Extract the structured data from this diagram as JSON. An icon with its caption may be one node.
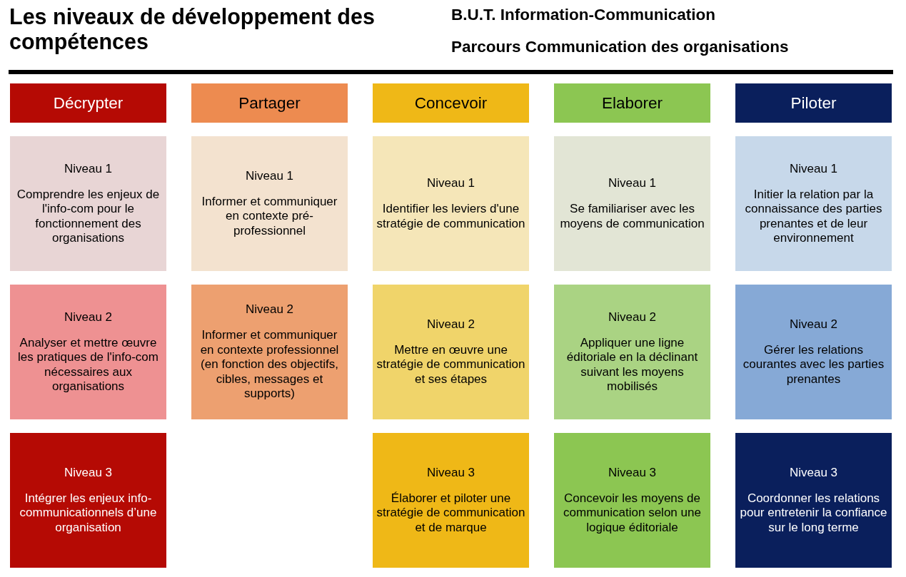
{
  "diagram": {
    "title": "Les niveaux de développement des compétences",
    "nodes": [
      {
        "text": [
          "Décrypter"
        ]
      },
      {
        "text": [
          "Partager"
        ]
      },
      {
        "text": [
          "Concevoir"
        ]
      },
      {
        "text": [
          "Elaborer"
        ]
      },
      {
        "text": [
          "Piloter"
        ]
      },
      {
        "text": [
          "Niveau 1",
          "Comprendre les enjeux de l'info-com pour le fonctionnement des organisations"
        ]
      },
      {
        "text": [
          "Niveau 1",
          "Informer et communiquer en contexte pré-professionnel"
        ]
      },
      {
        "text": [
          "Niveau 1",
          "Identifier les leviers d'une stratégie de communication"
        ]
      },
      {
        "text": [
          "Niveau 1",
          "Se familiariser avec les moyens de communication"
        ]
      },
      {
        "text": [
          "Niveau 1",
          "Initier la relation par la connaissance des parties prenantes et de leur environnement"
        ]
      },
      {
        "text": [
          "Niveau 2",
          "Analyser et mettre œuvre les pratiques de l'info-com nécessaires aux organisations"
        ]
      },
      {
        "text": [
          "Niveau 2",
          "Informer et communiquer en contexte professionnel (en fonction des objectifs, cibles, messages et supports)"
        ]
      },
      {
        "text": [
          "Niveau 2",
          "Mettre en œuvre une stratégie de communication et ses étapes"
        ]
      },
      {
        "text": [
          "Niveau 2",
          "Appliquer une ligne éditoriale en la déclinant suivant les moyens mobilisés"
        ]
      },
      {
        "text": [
          "Niveau 2",
          "Gérer les relations courantes avec les parties prenantes"
        ]
      },
      {
        "text": [
          "Niveau 3",
          "Intégrer les enjeux info-communicationnels d’une organisation"
        ]
      },
      {
        "text": [
          "Niveau 3",
          "Élaborer et piloter une stratégie de communication et de marque"
        ]
      },
      {
        "text": [
          "Niveau 3",
          "Concevoir les moyens de communication selon une logique éditoriale"
        ]
      },
      {
        "text": [
          "Niveau 3",
          "Coordonner les relations pour entretenir la confiance sur le long terme"
        ]
      }
    ],
    "labels": [
      "B.U.T. Information-Communication",
      "Parcours Communication des organisations"
    ]
  }
}
